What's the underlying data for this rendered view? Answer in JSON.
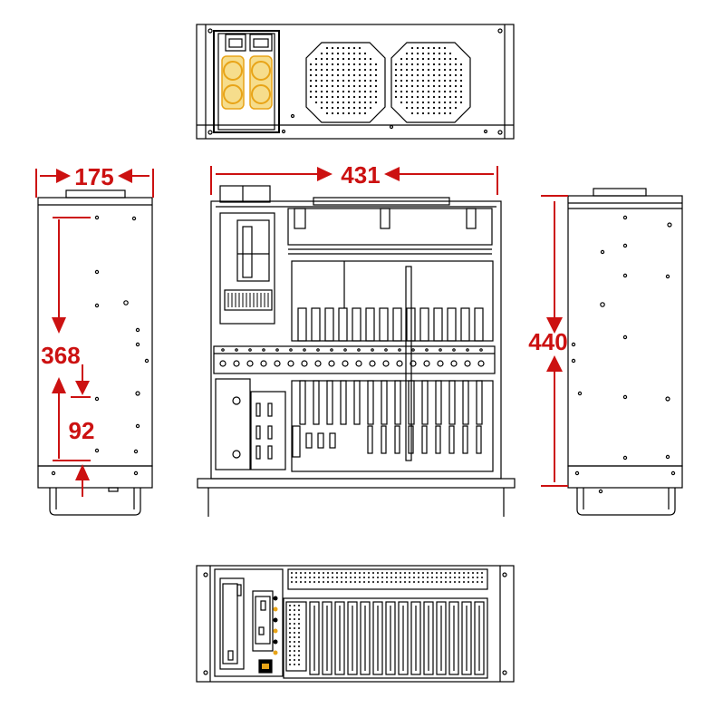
{
  "colors": {
    "line": "#000000",
    "dimension": "#cc1111",
    "fan": "#e8a418",
    "fan_fill": "#f6dd8c",
    "panel": "#ffffff"
  },
  "views": {
    "rear": "rear-view",
    "side_left": "side-view-left",
    "top": "top-view",
    "side_right": "side-view-right",
    "front": "front-view"
  },
  "dimensions": {
    "width": "431",
    "height": "175",
    "depth": "440",
    "board_depth": "368",
    "front_offset": "92"
  },
  "icons": {
    "power_inlet": "power-socket-icon",
    "fan": "fan-icon",
    "vent": "vent-grille-icon",
    "drive": "drive-bay-icon",
    "expansion_slot": "expansion-slot-icon"
  }
}
